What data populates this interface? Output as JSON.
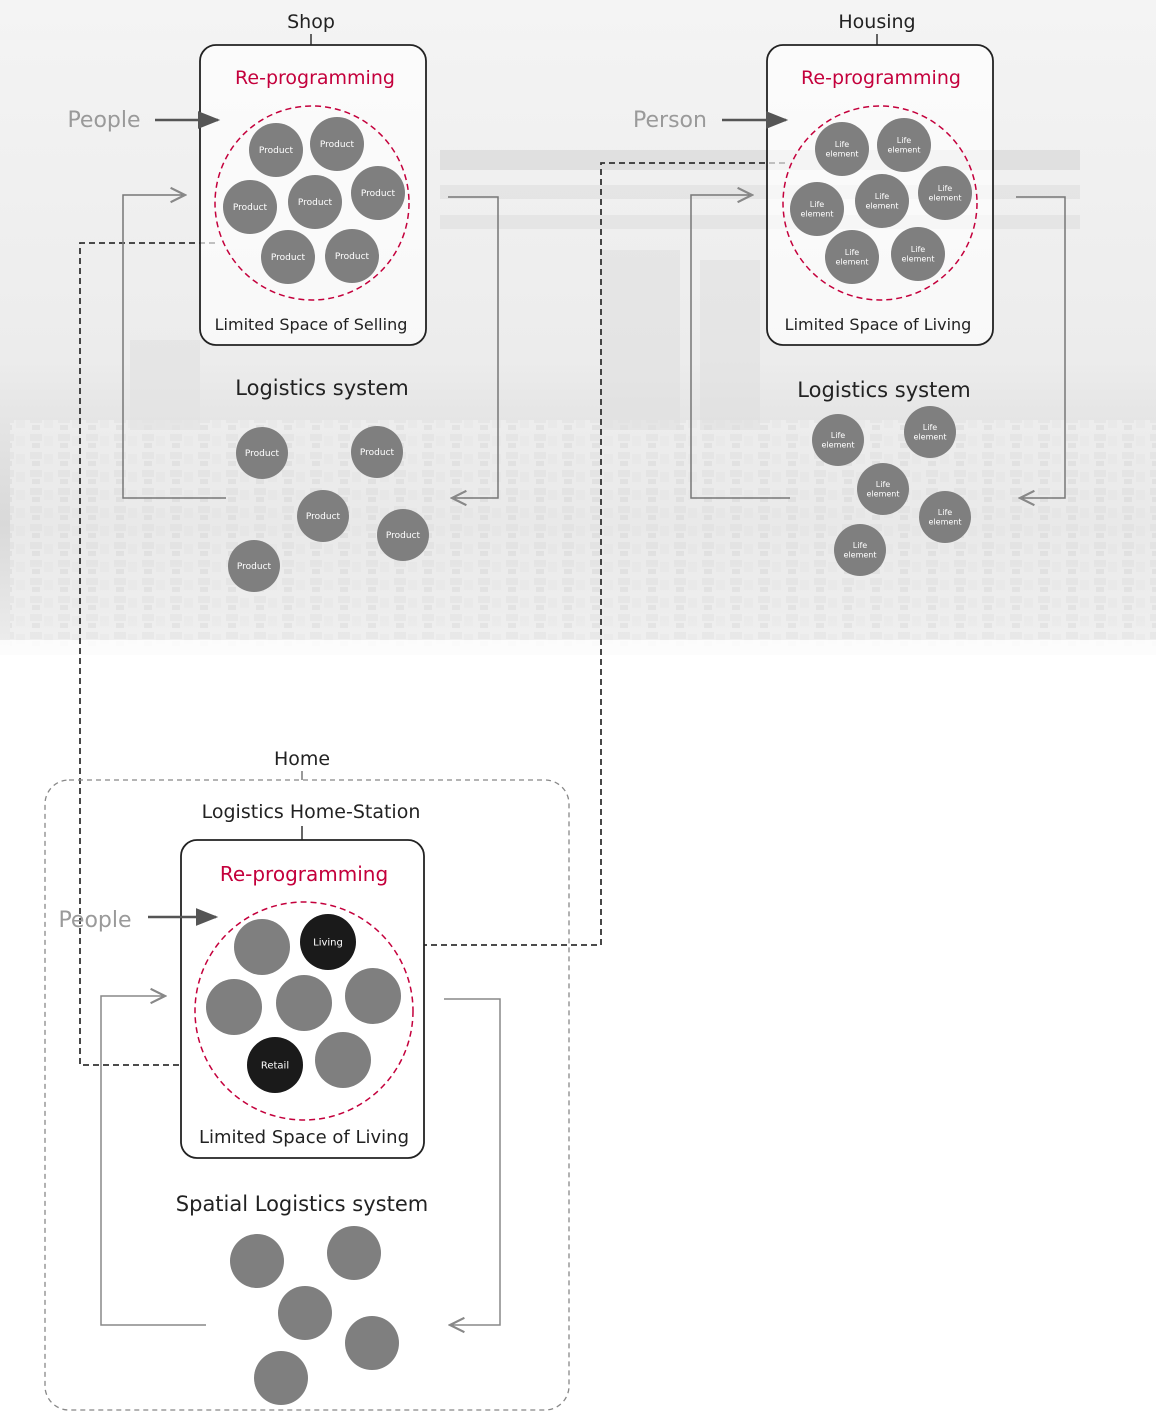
{
  "shop": {
    "title": "Shop",
    "reprogramming": "Re-programming",
    "people_label": "People",
    "space_label": "Limited Space of  Selling",
    "logistics_label": "Logistics system",
    "inner_items": [
      "Product",
      "Product",
      "Product",
      "Product",
      "Product",
      "Product",
      "Product"
    ],
    "logistics_items": [
      "Product",
      "Product",
      "Product",
      "Product",
      "Product"
    ]
  },
  "housing": {
    "title": "Housing",
    "reprogramming": "Re-programming",
    "person_label": "Person",
    "space_label": "Limited Space of Living",
    "logistics_label": "Logistics system",
    "inner_items": [
      "Life element",
      "Life element",
      "Life element",
      "Life element",
      "Life element",
      "Life element",
      "Life element"
    ],
    "logistics_items": [
      "Life element",
      "Life element",
      "Life element",
      "Life element",
      "Life element"
    ]
  },
  "home": {
    "title": "Home",
    "station_label": "Logistics Home-Station",
    "reprogramming": "Re-programming",
    "people_label": "People",
    "space_label": "Limited Space of Living",
    "logistics_label": "Spatial Logistics system",
    "living_label": "Living",
    "retail_label": "Retail"
  },
  "colors": {
    "accent": "#c4003c",
    "circle": "#7f7f7f",
    "dark_circle": "#1a1a1a",
    "label_gray": "#9a9a9a",
    "line": "#333333"
  }
}
